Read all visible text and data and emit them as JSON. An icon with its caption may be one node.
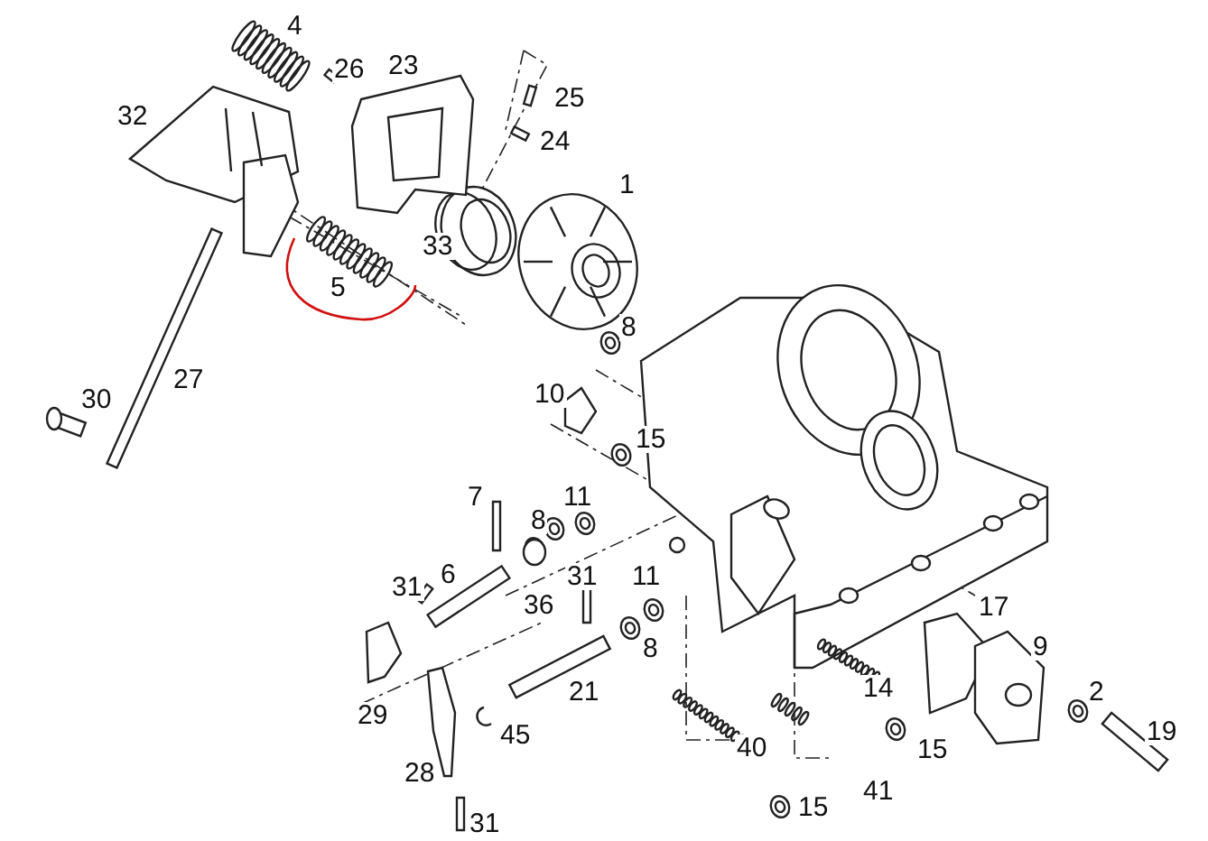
{
  "diagram": {
    "labels": [
      "4",
      "26",
      "23",
      "25",
      "24",
      "32",
      "1",
      "33",
      "5",
      "8",
      "10",
      "27",
      "30",
      "15",
      "7",
      "8",
      "11",
      "31",
      "6",
      "11",
      "31",
      "36",
      "8",
      "17",
      "9",
      "14",
      "21",
      "2",
      "29",
      "45",
      "19",
      "15",
      "40",
      "28",
      "41",
      "15",
      "31"
    ]
  }
}
